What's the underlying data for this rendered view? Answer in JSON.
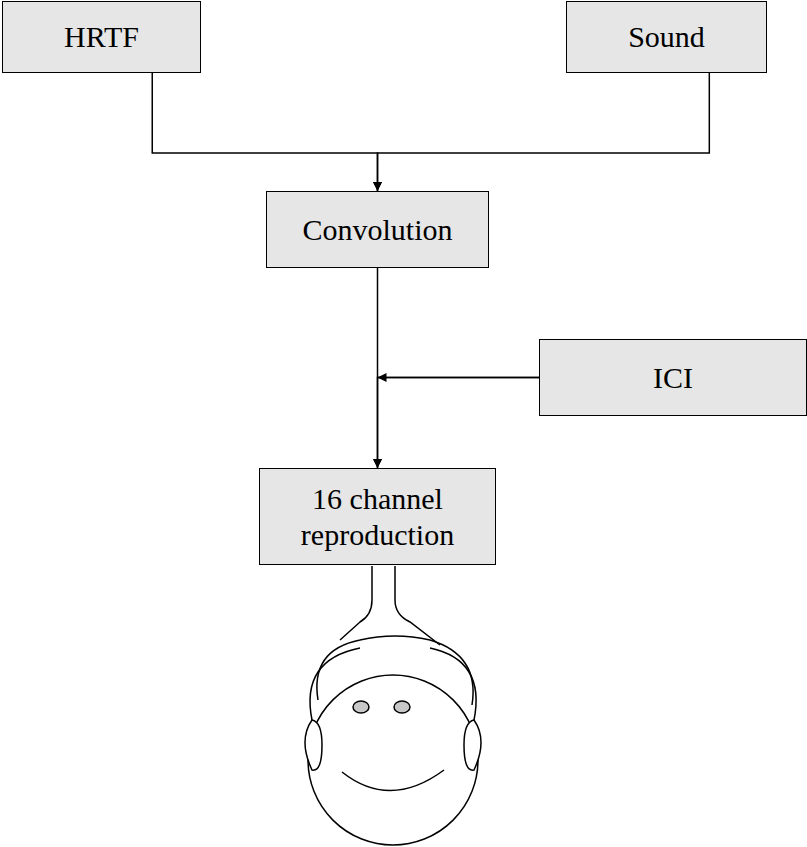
{
  "diagram": {
    "nodes": [
      {
        "text": [
          "HRTF"
        ]
      },
      {
        "text": [
          "Sound"
        ]
      },
      {
        "text": [
          "Convolution"
        ]
      },
      {
        "text": [
          "ICI"
        ]
      },
      {
        "text": [
          "16 channel reproduction"
        ]
      }
    ],
    "edges": [
      {
        "from": 0,
        "to": 2,
        "arrow": "to"
      },
      {
        "from": 1,
        "to": 2,
        "arrow": "to"
      },
      {
        "from": 2,
        "to": 4,
        "arrow": "to"
      },
      {
        "from": 3,
        "to": 4,
        "arrow": "to"
      }
    ]
  }
}
